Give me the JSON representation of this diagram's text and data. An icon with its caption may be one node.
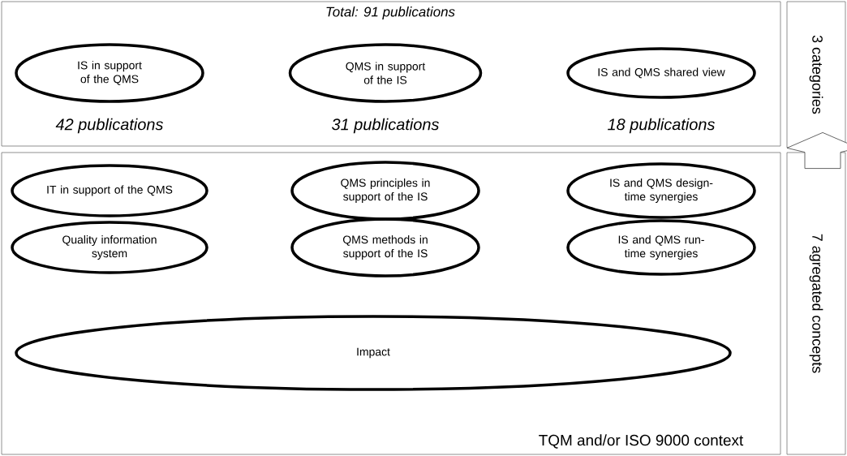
{
  "diagram": {
    "nodes": [
      {
        "text": [
          "Total: 91 publications"
        ]
      },
      {
        "text": [
          "IS in support of the QMS"
        ],
        "in": 0,
        "beside": [
          "42 publications"
        ]
      },
      {
        "text": [
          "QMS in support of the IS"
        ],
        "in": 0,
        "beside": [
          "31 publications"
        ]
      },
      {
        "text": [
          "IS and QMS shared view"
        ],
        "in": 0,
        "beside": [
          "18 publications"
        ]
      },
      {
        "text": [
          "TQM and/or ISO 9000 context"
        ]
      },
      {
        "text": [
          "IT in support of the QMS"
        ],
        "in": 4
      },
      {
        "text": [
          "QMS principles in support of the IS"
        ],
        "in": 4
      },
      {
        "text": [
          "IS and QMS design-time synergies"
        ],
        "in": 4
      },
      {
        "text": [
          "Quality information system"
        ],
        "in": 4
      },
      {
        "text": [
          "QMS methods in support of the IS"
        ],
        "in": 4
      },
      {
        "text": [
          "IS and QMS run-time synergies"
        ],
        "in": 4
      },
      {
        "text": [
          "Impact"
        ],
        "in": 4
      },
      {
        "text": [
          "3 categories"
        ]
      },
      {
        "text": [
          "7 agregated concepts"
        ]
      }
    ],
    "edges": [
      {
        "from": 13,
        "to": 12,
        "arrow": "to"
      }
    ]
  }
}
